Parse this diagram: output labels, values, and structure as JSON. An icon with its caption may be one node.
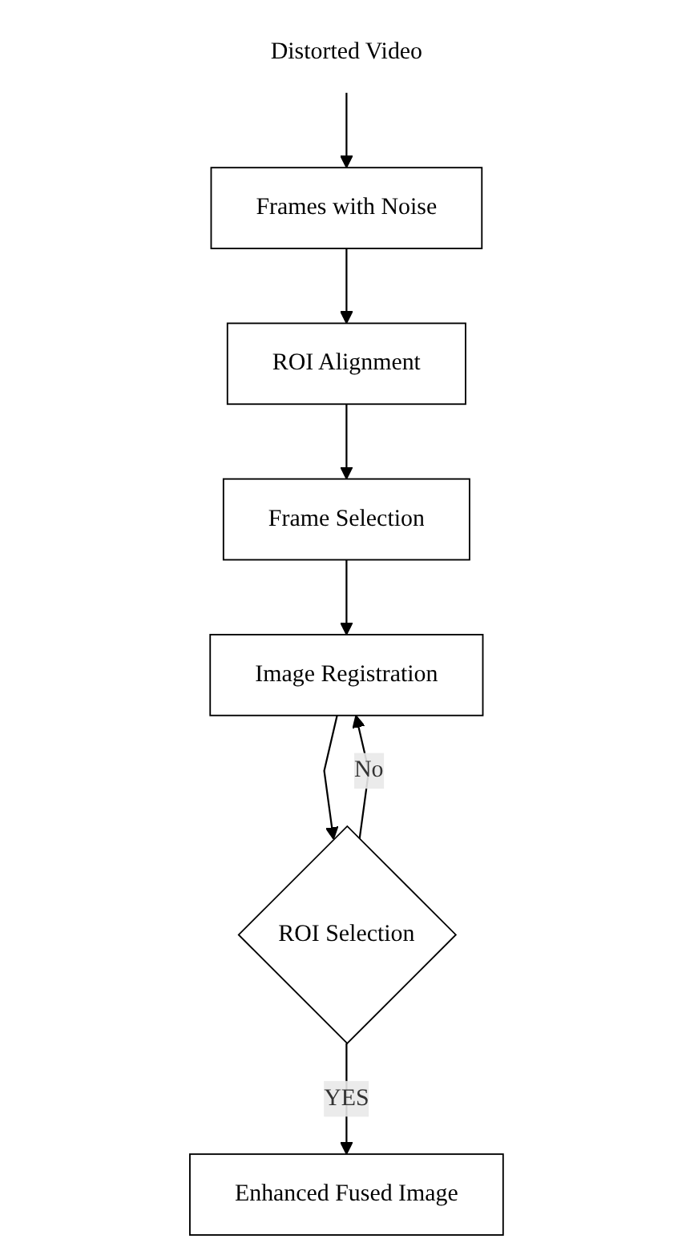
{
  "diagram": {
    "nodes": [
      {
        "text": [
          "Distorted Video"
        ]
      },
      {
        "text": [
          "Frames with Noise"
        ]
      },
      {
        "text": [
          "ROI Alignment"
        ]
      },
      {
        "text": [
          "Frame Selection"
        ]
      },
      {
        "text": [
          "Image Registration"
        ]
      },
      {
        "text": [
          "ROI Selection"
        ]
      },
      {
        "text": [
          "Enhanced Fused Image"
        ]
      }
    ],
    "edges": [
      {
        "from": 0,
        "to": 1,
        "arrow": "to"
      },
      {
        "from": 1,
        "to": 2,
        "arrow": "to"
      },
      {
        "from": 2,
        "to": 3,
        "arrow": "to"
      },
      {
        "from": 3,
        "to": 4,
        "arrow": "to"
      },
      {
        "from": 4,
        "to": 5,
        "arrow": "to"
      },
      {
        "from": 5,
        "to": 6,
        "label": "YES",
        "arrow": "to"
      },
      {
        "from": 5,
        "to": 4,
        "label": "No",
        "arrow": "to"
      }
    ]
  }
}
